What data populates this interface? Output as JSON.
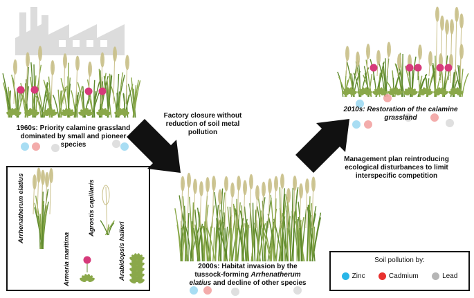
{
  "panels": {
    "p1960": {
      "line1": "1960s: Priority calamine grassland",
      "line2": "dominated by small and pioneer",
      "line3": "species"
    },
    "p2000": {
      "line1": "2000s: Habitat invasion by the",
      "line2a": "tussock-forming ",
      "line2b": "Arrhenatherum",
      "line3a": "elatius",
      "line3b": " and decline of other species"
    },
    "p2010": {
      "line1": "2010s: Restoration of the calamine",
      "line2": "grassland"
    }
  },
  "transitions": {
    "factory": {
      "line1": "Factory closure without",
      "line2": "reduction of soil metal",
      "line3": "pollution"
    },
    "management": {
      "line1": "Management plan reintroducing",
      "line2": "ecological disturbances to limit",
      "line3": "interspecific competition"
    }
  },
  "species": [
    "Arrhenatherum elatius",
    "Armeria maritima",
    "Agrostis capillaris",
    "Arabidopsis halleri"
  ],
  "legend": {
    "title": "Soil pollution by:",
    "items": [
      {
        "label": "Zinc",
        "color": "#29b6e8"
      },
      {
        "label": "Cadmium",
        "color": "#e8302e"
      },
      {
        "label": "Lead",
        "color": "#b5b5b5"
      }
    ]
  },
  "colors": {
    "grass": "#8aa84a",
    "grass_dark": "#5f8a2e",
    "straw": "#c9c08a",
    "flower": "#d63a7a",
    "factory": "#d9d9d9",
    "arrow": "#111111"
  }
}
